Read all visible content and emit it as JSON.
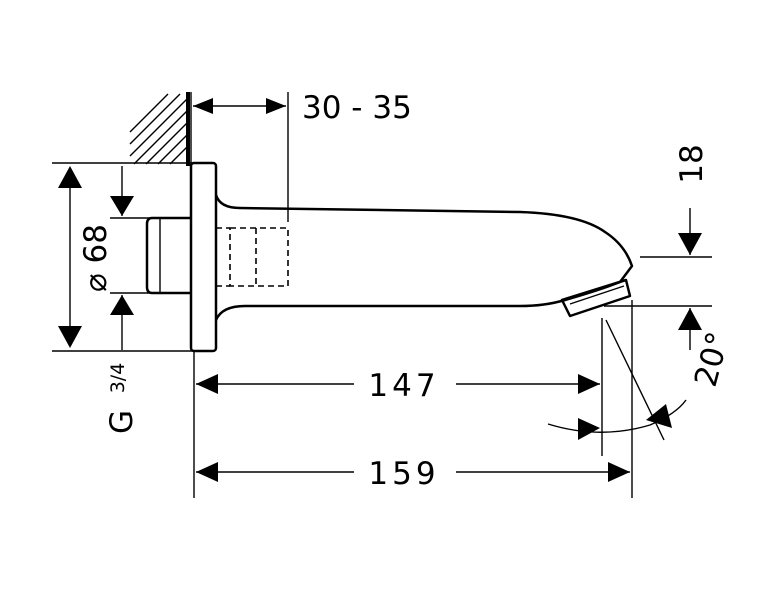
{
  "dimensions": {
    "wall_depth": "30 - 35",
    "diameter": "⌀ 68",
    "thread": "G",
    "thread_fraction": "3/4",
    "outlet_offset": "18",
    "angle": "20°",
    "length_to_outlet": "147",
    "total_length": "159"
  }
}
